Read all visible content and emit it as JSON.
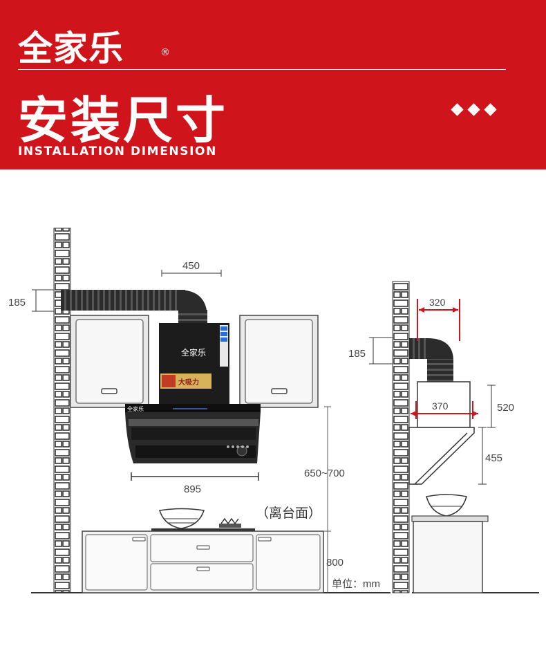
{
  "banner": {
    "brand": "全家乐",
    "registered_mark": "®",
    "title": "安装尺寸",
    "subtitle": "INSTALLATION DIMENSION",
    "background_color": "#d0141b"
  },
  "front_view": {
    "duct_height": "185",
    "hood_top_width": "450",
    "hood_width": "895",
    "height_from_counter": "650~700",
    "counter_note": "（离台面）",
    "counter_height": "800",
    "unit_label": "单位：mm",
    "hood_brand": "全家乐",
    "panel_brand": "全家乐",
    "badge_text": "大吸力"
  },
  "side_view": {
    "duct_height": "185",
    "depth_top": "320",
    "depth_body": "370",
    "height_upper": "520",
    "height_lower": "455",
    "accent_color": "#d0141b"
  }
}
